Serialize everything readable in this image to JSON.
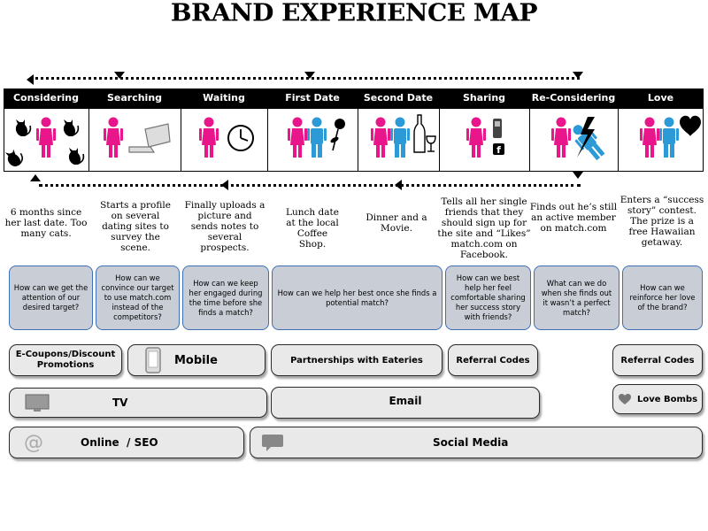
{
  "title": "BRAND EXPERIENCE MAP",
  "stages": [
    {
      "label": "Considering",
      "description": "6 months since her last date. Too many cats.",
      "question": "How can we get the attention of our desired target?"
    },
    {
      "label": "Searching",
      "description": "Starts a profile on several dating sites to survey the scene.",
      "question": "How can we convince our target to use match.com instead of the competitors?"
    },
    {
      "label": "Waiting",
      "description": "Finally uploads a picture and sends notes to several prospects.",
      "question": "How can we keep her engaged during the time before she finds a match?"
    },
    {
      "label": "First Date",
      "description": "Lunch date at the local Coffee Shop.",
      "question": "How can we help her best once she finds a potential match?"
    },
    {
      "label": "Second Date",
      "description": "Dinner and a Movie."
    },
    {
      "label": "Sharing",
      "description": "Tells all her single friends that they should sign up for the site and “Likes” match.com on Facebook.",
      "question": "How can we best help her feel comfortable sharing her success story with friends?"
    },
    {
      "label": "Re-Considering",
      "description": "Finds out he’s still an active member on match.com",
      "question": "What can we do when she finds out it wasn’t a perfect match?"
    },
    {
      "label": "Love",
      "description": "Enters a “success story” contest. The prize is a free Hawaiian getaway.",
      "question": "How can we reinforce her love of the brand?"
    }
  ],
  "channels": {
    "ecoupons": "E-Coupons/Discount Promotions",
    "mobile": "Mobile",
    "partnerships": "Partnerships with Eateries",
    "referral_1": "Referral Codes",
    "referral_2": "Referral Codes",
    "tv": "TV",
    "email": "Email",
    "love_bombs": "Love Bombs",
    "online_seo": "Online  / SEO",
    "social_media": "Social Media"
  },
  "colors": {
    "female_figure": "#e9158a",
    "male_figure": "#2c9ad6",
    "question_fill": "#c9cdd6",
    "question_border": "#3d6fb4",
    "channel_fill": "#e9e9e9"
  }
}
